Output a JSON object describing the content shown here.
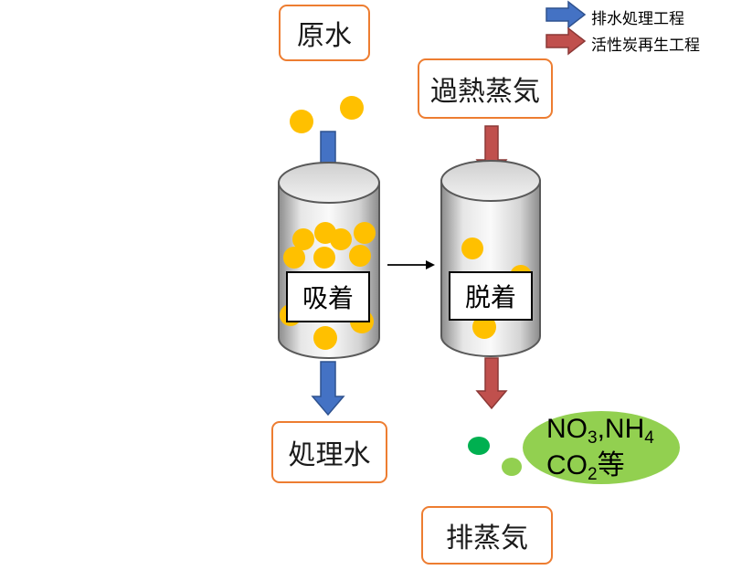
{
  "legend": {
    "items": [
      {
        "label": "排水処理工程",
        "color": "#4472C4"
      },
      {
        "label": "活性炭再生工程",
        "color": "#C0504D"
      }
    ]
  },
  "boxes": {
    "raw_water": "原水",
    "superheated_steam": "過熱蒸気",
    "treated_water": "処理水",
    "exhaust_steam": "排蒸気"
  },
  "columns": {
    "adsorption": "吸着",
    "desorption": "脱着"
  },
  "exhaust": {
    "line1_parts": [
      "NO",
      "3",
      ",NH",
      "4"
    ],
    "line2_parts": [
      "CO",
      "2",
      "等"
    ]
  },
  "colors": {
    "box_border": "#ED7D31",
    "carbon": "#FFC000",
    "green_dark": "#00B050",
    "green_light": "#92D050",
    "cylinder_stroke": "#595959"
  }
}
